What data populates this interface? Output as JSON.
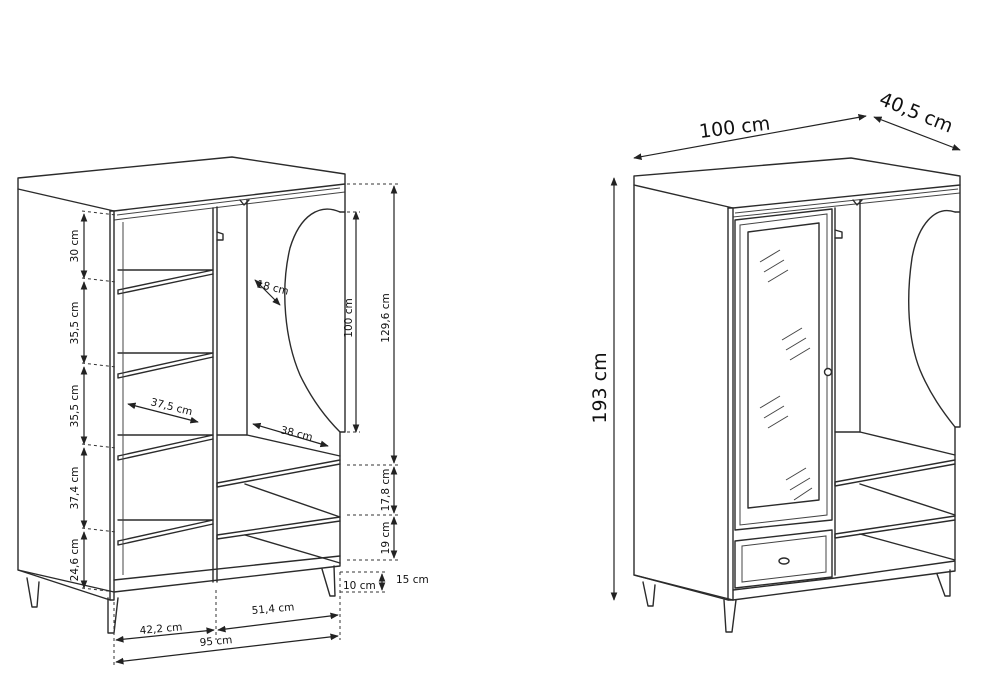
{
  "left_view": {
    "shelf_heights": [
      "30 cm",
      "35,5 cm",
      "35,5 cm",
      "37,4 cm",
      "24,6 cm"
    ],
    "rail_depth": "18 cm",
    "shelf_depth_left": "37,5 cm",
    "shelf_depth_right": "38 cm",
    "hanging_height": "100 cm",
    "right_height": "129,6 cm",
    "drawer_shelf_1": "17,8 cm",
    "drawer_shelf_2": "19 cm",
    "leg_height": "10 cm",
    "base_height": "15 cm",
    "left_width": "42,2 cm",
    "right_width": "51,4 cm",
    "inner_width": "95 cm"
  },
  "right_view": {
    "total_width": "100 cm",
    "total_depth": "40,5 cm",
    "total_height": "193 cm"
  }
}
